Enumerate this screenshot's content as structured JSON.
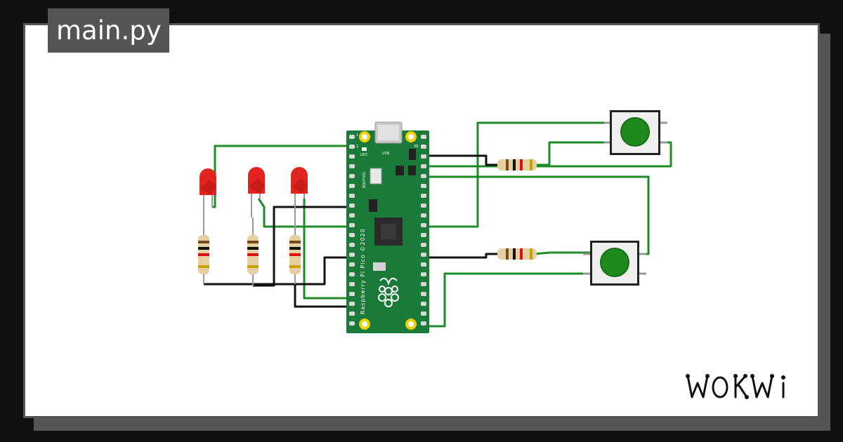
{
  "tab": {
    "label": "main.py"
  },
  "board": {
    "usb_label": "USB",
    "led_label": "LED",
    "bootsel_label": "BOOTSEL",
    "silkscreen": "Raspberry Pi Pico ©2020",
    "pin_1": "1",
    "pin_2": "2",
    "pin_39": "39"
  },
  "brand": {
    "logo_text": "WOKWI"
  },
  "colors": {
    "wire_green": "#1e8c26",
    "wire_black": "#111111",
    "board_green": "#1a7a3a",
    "led_red": "#e0241f",
    "button_green": "#1e8a1e"
  },
  "icons": [
    "raspberry-logo-icon",
    "led-icon",
    "resistor-icon",
    "pushbutton-icon"
  ]
}
